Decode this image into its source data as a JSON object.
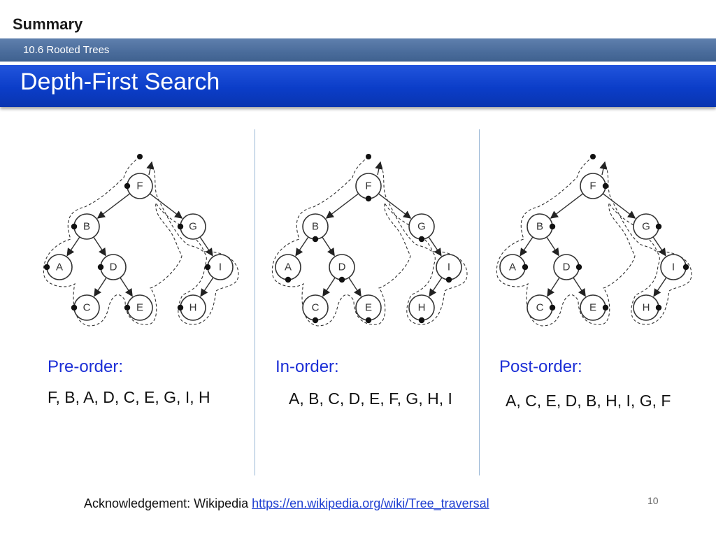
{
  "header": {
    "section": "Summary",
    "subsection": "10.6 Rooted Trees",
    "title": "Depth-First Search"
  },
  "tree": {
    "nodes": [
      "F",
      "B",
      "G",
      "A",
      "D",
      "I",
      "C",
      "E",
      "H"
    ],
    "edges": [
      [
        "F",
        "B"
      ],
      [
        "F",
        "G"
      ],
      [
        "B",
        "A"
      ],
      [
        "B",
        "D"
      ],
      [
        "D",
        "C"
      ],
      [
        "D",
        "E"
      ],
      [
        "G",
        "I"
      ],
      [
        "I",
        "H"
      ]
    ]
  },
  "traversals": [
    {
      "name": "Pre-order:",
      "sequence": "F, B, A, D, C, E, G, I, H",
      "dot_side": "left"
    },
    {
      "name": "In-order:",
      "sequence": "A, B, C, D, E, F, G, H, I",
      "dot_side": "bottom"
    },
    {
      "name": "Post-order:",
      "sequence": "A, C, E, D, B, H, I, G, F",
      "dot_side": "right"
    }
  ],
  "footer": {
    "ack_label": "Acknowledgement: Wikipedia",
    "ack_link": "https://en.wikipedia.org/wiki/Tree_traversal",
    "page_number": "10"
  },
  "colors": {
    "title_bar": "#0b3dc8",
    "subtitle_bar": "#4a6c9b",
    "label_blue": "#1c2fd6",
    "link_blue": "#1f3fd1"
  }
}
